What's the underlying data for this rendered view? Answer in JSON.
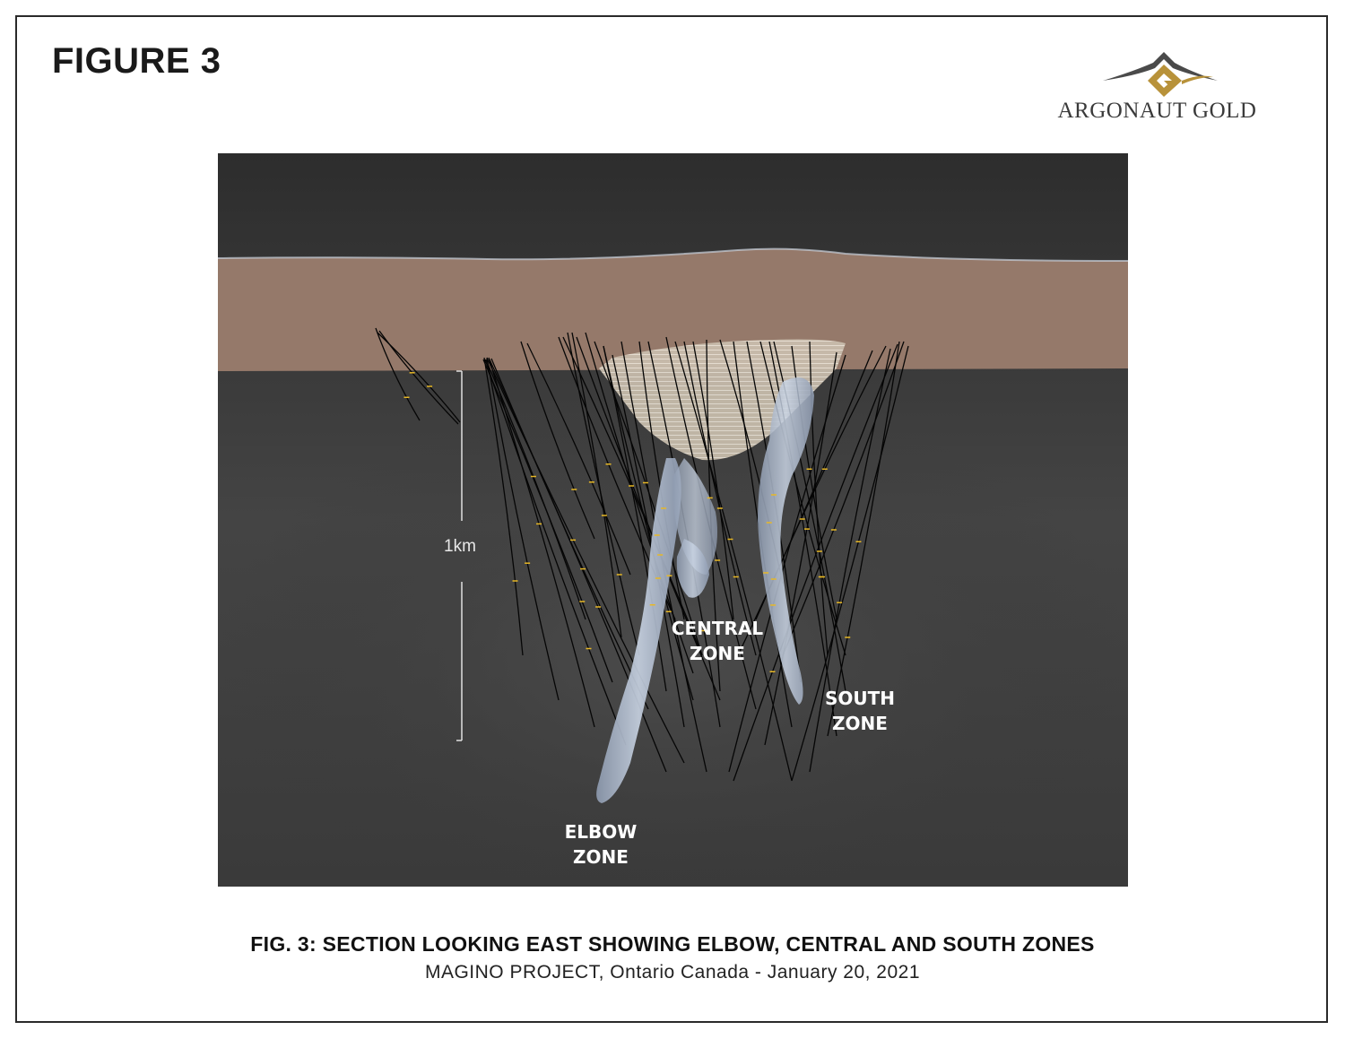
{
  "figure_label": "FIGURE 3",
  "logo": {
    "text": "ARGONAUT GOLD",
    "colors": {
      "dark": "#4a4a4a",
      "gold": "#b8923a"
    }
  },
  "section": {
    "scale_label": "1km",
    "zones": [
      {
        "id": "elbow",
        "label": "ELBOW\nZONE"
      },
      {
        "id": "central",
        "label": "CENTRAL\nZONE"
      },
      {
        "id": "south",
        "label": "SOUTH\nZONE"
      }
    ],
    "colors": {
      "background": "#3a3a3a",
      "overburden": "#9a8070",
      "pit": "#cfc4b4",
      "ore_body": "#b9c6d8",
      "drill_hole": "#000000",
      "assay": "#e8b825"
    }
  },
  "caption": {
    "title": "FIG. 3: SECTION LOOKING EAST SHOWING ELBOW, CENTRAL AND SOUTH ZONES",
    "subtitle": "MAGINO PROJECT, Ontario Canada - January 20, 2021"
  }
}
